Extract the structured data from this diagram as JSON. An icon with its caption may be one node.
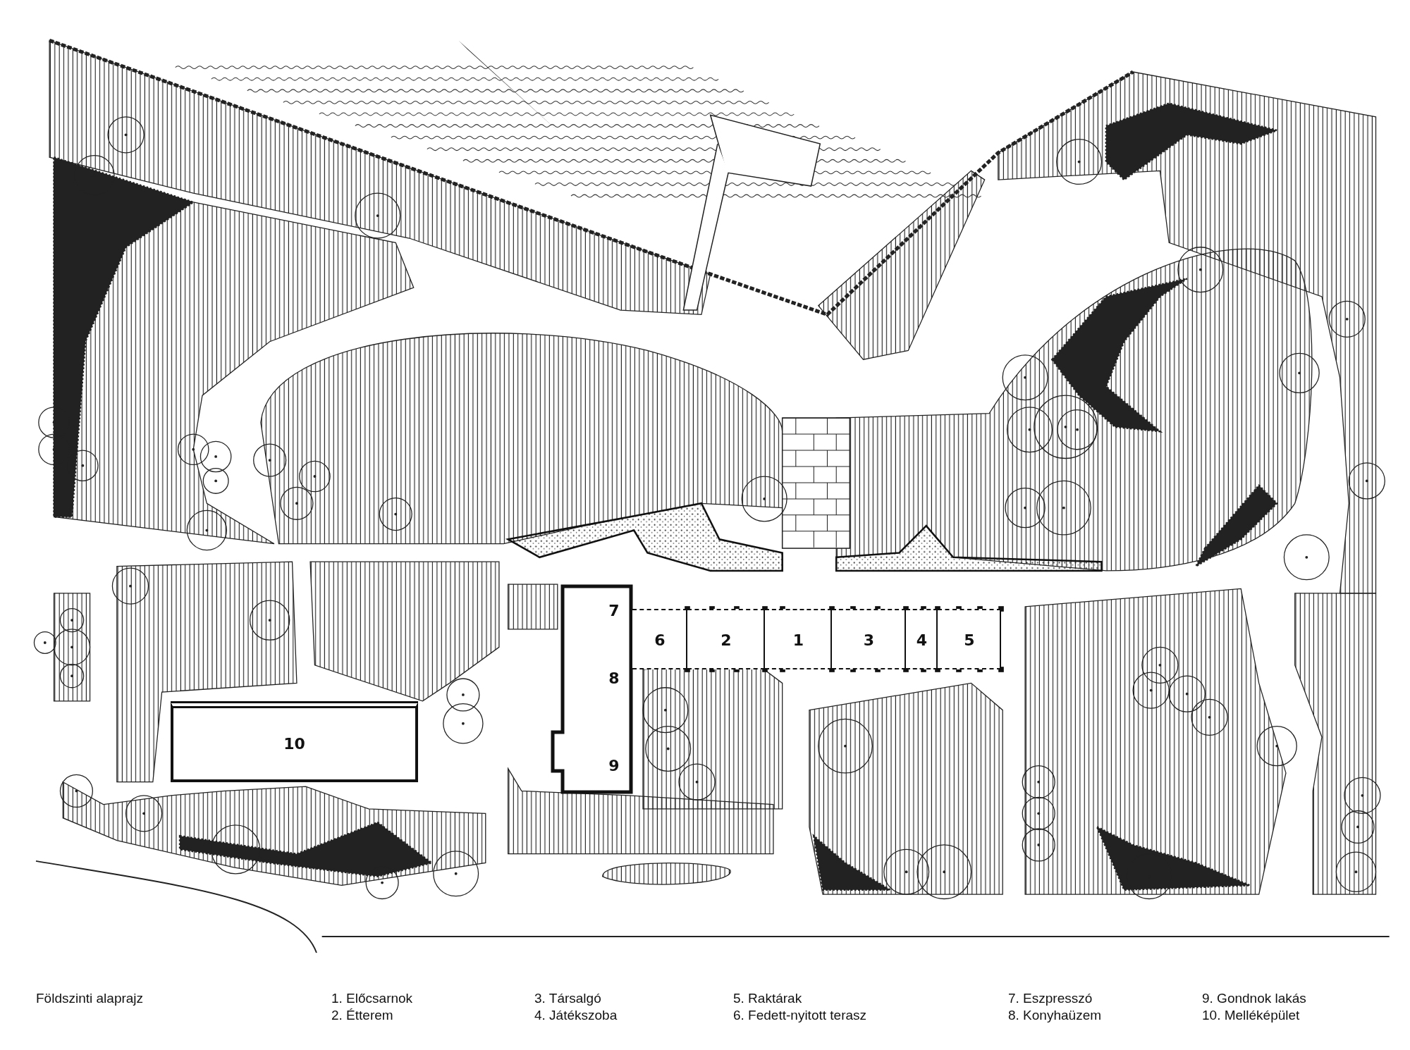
{
  "diagram": {
    "caption": "Földszinti alaprajz",
    "nodes": [
      {
        "text": [
          "7",
          "8",
          "9"
        ]
      },
      {
        "text": [
          "6"
        ]
      },
      {
        "text": [
          "2"
        ]
      },
      {
        "text": [
          "1"
        ]
      },
      {
        "text": [
          "3"
        ]
      },
      {
        "text": [
          "4"
        ]
      },
      {
        "text": [
          "5"
        ]
      },
      {
        "text": [
          "10"
        ]
      }
    ],
    "labels": [
      "1. Előcsarnok",
      "2. Étterem",
      "3. Társalgó",
      "4. Játékszoba",
      "5. Raktárak",
      "6. Fedett-nyitott terasz",
      "7. Eszpresszó",
      "8. Konyhaüzem",
      "9. Gondnok lakás",
      "10. Melléképület"
    ]
  }
}
